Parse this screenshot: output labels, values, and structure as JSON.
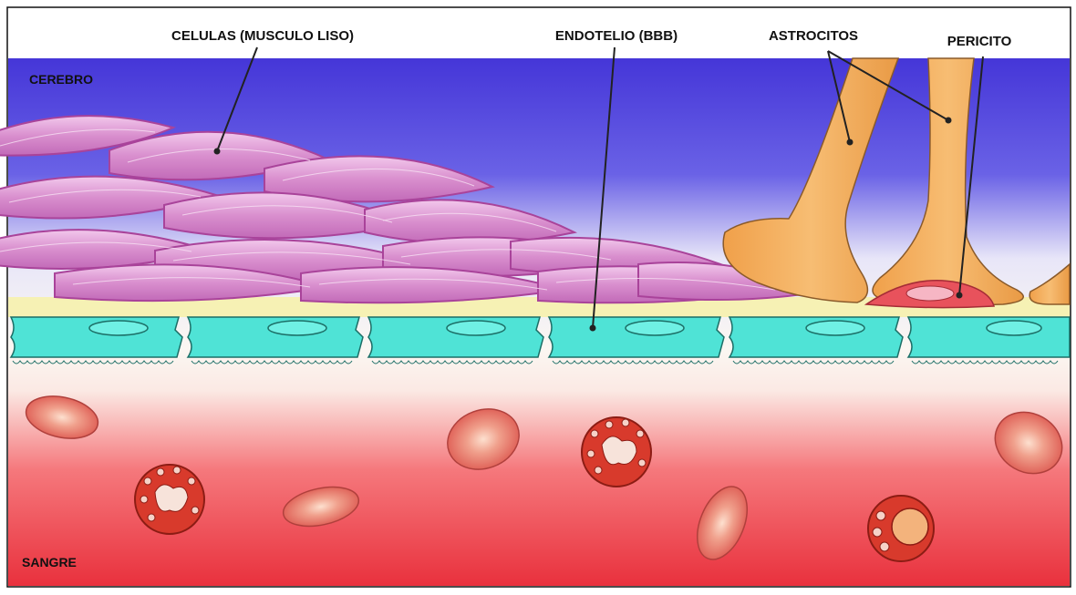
{
  "labels": {
    "smooth_muscle": "CELULAS (MUSCULO LISO)",
    "endothelium": "ENDOTELIO (BBB)",
    "astrocytes": "ASTROCITOS",
    "pericyte": "PERICITO",
    "brain": "CEREBRO",
    "blood": "SANGRE"
  },
  "colors": {
    "brain_top": "#4a3fe0",
    "brain_fade": "#ffffff",
    "blood": "#ee3a45",
    "muscle": "#d98fce",
    "muscle_edge": "#b04a9c",
    "endothelial_cell": "#4fe3d6",
    "astrocyte": "#f2a955",
    "pericyte": "#e8525c",
    "red_cell": "#e97a70",
    "leader_line": "#222222"
  }
}
